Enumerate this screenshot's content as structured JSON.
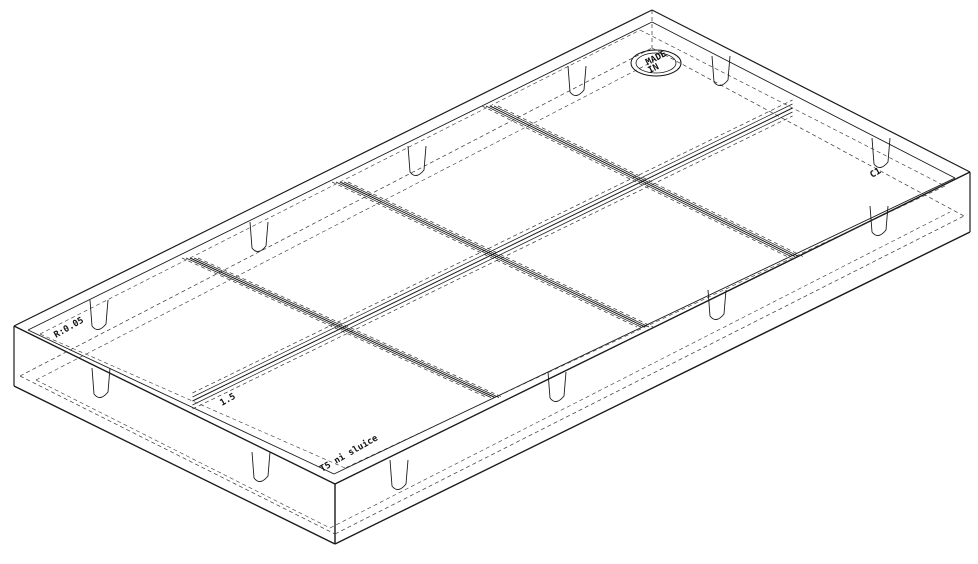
{
  "drawing": {
    "corner_mark_left": "R:0.05",
    "front_mark": "T5 ni sluice",
    "partition_mark": "1.5",
    "right_mark": "C1",
    "logo_top_line": "MADE",
    "logo_bottom_line": "IN",
    "line_color": "#1a1a1a",
    "hidden_line_color": "#333333",
    "background": "#ffffff"
  }
}
